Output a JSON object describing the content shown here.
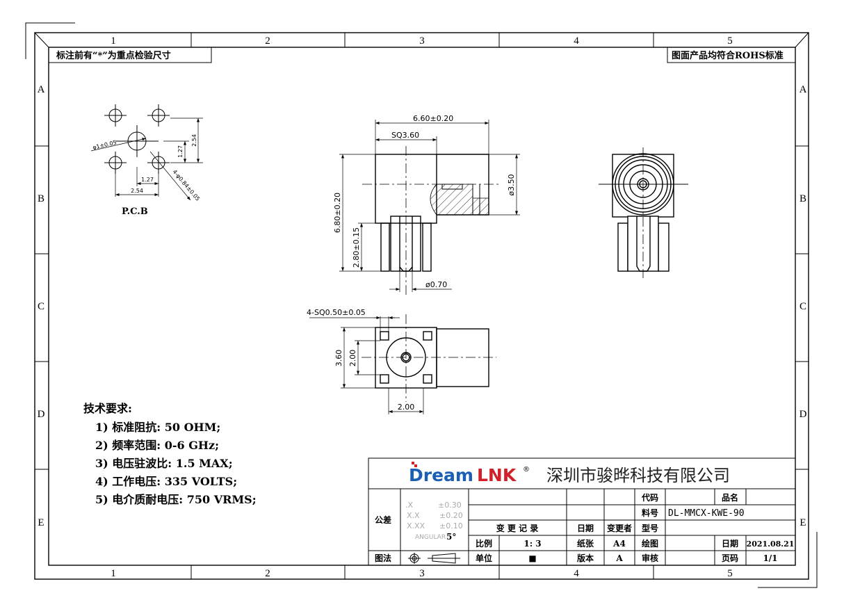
{
  "frame": {
    "columns": [
      "1",
      "2",
      "3",
      "4",
      "5"
    ],
    "rows": [
      "A",
      "B",
      "C",
      "D",
      "E"
    ]
  },
  "notes": {
    "top_left": "标注前有“*”为重点检验尺寸",
    "top_right": "图面产品均符合ROHS标准"
  },
  "pcb": {
    "label": "P.C.B",
    "dims": {
      "center_hole": "φ1±0.05",
      "pin_holes": "4-φ0.84±0.05",
      "h_half": "1.27",
      "h_full": "2.54",
      "v_half": "1.27",
      "v_full": "2.54"
    }
  },
  "side_view": {
    "length": "6.60±0.20",
    "square": "SQ3.60",
    "height": "6.80±0.20",
    "pin_height": "2.80±0.15",
    "barrel_dia": "ø3.50",
    "pin_dia": "ø0.70"
  },
  "bottom_view": {
    "pad": "4-SQ0.50±0.05",
    "width": "3.60",
    "pitch_v": "2.00",
    "pitch_h": "2.00"
  },
  "requirements": {
    "title": "技术要求:",
    "items": [
      "1) 标准阻抗: 50 OHM;",
      "2) 频率范围: 0-6 GHz;",
      "3) 电压驻波比: 1.5 MAX;",
      "4) 工作电压: 335 VOLTS;",
      "5) 电介质耐电压: 750 VRMS;"
    ]
  },
  "title_block": {
    "logo_text_blue": "Dream",
    "logo_text_red": "LNK",
    "logo_mark": "®",
    "company": "深圳市骏晔科技有限公司",
    "brand_colors": {
      "blue": "#1a5fb4",
      "red": "#d0202a"
    },
    "tolerance_label": "公差",
    "tolerances": [
      {
        "format": ".X",
        "value": "±0.30"
      },
      {
        "format": "X.X",
        "value": "±0.20"
      },
      {
        "format": "X.XX",
        "value": "±0.10"
      }
    ],
    "angular_label": "ANGULAR",
    "angular_value": "5°",
    "projection_label": "图法",
    "change_record": "变 更 记 录",
    "date_label": "日期",
    "changer_label": "变更者",
    "code_label": "代码",
    "name_label": "品名",
    "part_no_label": "料号",
    "part_no": "DL-MMCX-KWE-90",
    "model_label": "型号",
    "scale_label": "比例",
    "scale": "1: 3",
    "paper_label": "纸张",
    "paper": "A4",
    "drawn_label": "绘图",
    "date2_label": "日期",
    "date": "2021.08.21",
    "unit_label": "单位",
    "unit": "■",
    "version_label": "版本",
    "version": "A",
    "review_label": "审核",
    "page_label": "页码",
    "page": "1/1"
  }
}
